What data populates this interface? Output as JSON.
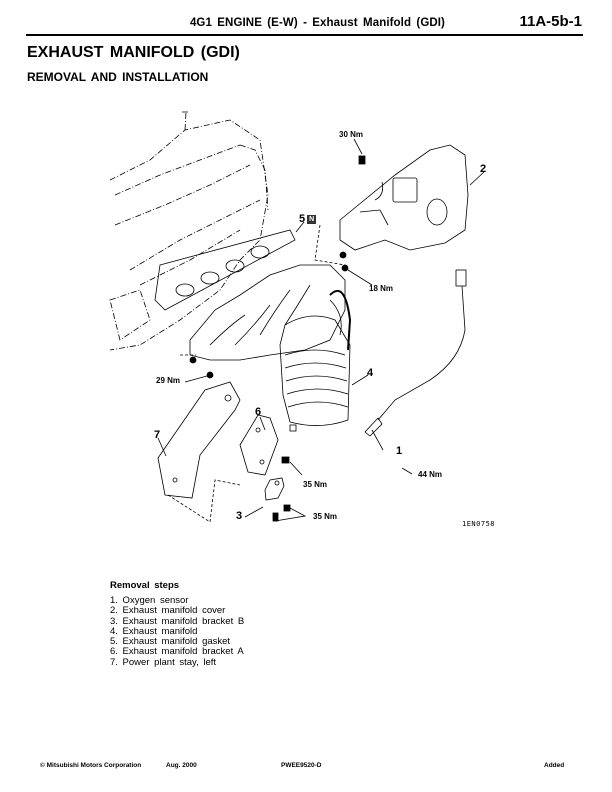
{
  "header": {
    "title": "4G1 ENGINE (E-W) - Exhaust Manifold (GDI)",
    "page_number": "11A-5b-1"
  },
  "main_title": "EXHAUST MANIFOLD (GDI)",
  "sub_title": "REMOVAL AND INSTALLATION",
  "diagram": {
    "torque_labels": {
      "cover_bolt": "30 Nm",
      "manifold_nut_right": "18 Nm",
      "manifold_nut_left": "29 Nm",
      "bracket_bolt_a": "35 Nm",
      "bracket_bolt_b": "35 Nm",
      "oxygen_sensor": "44 Nm"
    },
    "callouts": {
      "p1": "1",
      "p2": "2",
      "p3": "3",
      "p4": "4",
      "p5": "5",
      "p6": "6",
      "p7": "7"
    },
    "new_part_badge": "N",
    "illustration_code": "1EN0758"
  },
  "removal_steps": {
    "title": "Removal steps",
    "items": [
      "1. Oxygen sensor",
      "2. Exhaust manifold cover",
      "3. Exhaust manifold bracket B",
      "4. Exhaust manifold",
      "5. Exhaust manifold gasket",
      "6. Exhaust manifold bracket A",
      "7. Power plant stay, left"
    ]
  },
  "footer": {
    "copyright_symbol": "©",
    "copyright": "Mitsubishi Motors Corporation",
    "date": "Aug. 2000",
    "doc_code": "PWEE9520-D",
    "status": "Added"
  }
}
